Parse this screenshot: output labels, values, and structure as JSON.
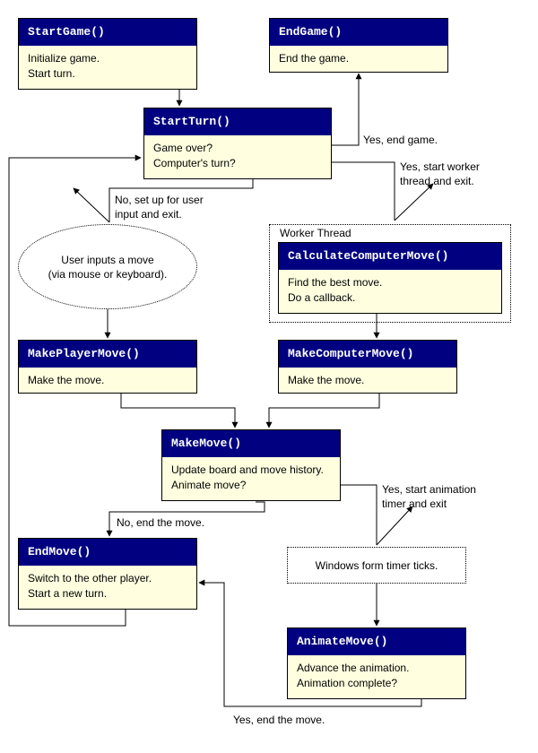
{
  "boxes": {
    "start_game": {
      "title": "StartGame()",
      "lines": [
        "Initialize game.",
        "Start turn."
      ]
    },
    "end_game": {
      "title": "EndGame()",
      "lines": [
        "End the game."
      ]
    },
    "start_turn": {
      "title": "StartTurn()",
      "lines": [
        "Game over?",
        "Computer's turn?"
      ]
    },
    "calc_computer_move": {
      "title": "CalculateComputerMove()",
      "lines": [
        "Find the best move.",
        "Do a callback."
      ]
    },
    "make_player_move": {
      "title": "MakePlayerMove()",
      "lines": [
        "Make the move."
      ]
    },
    "make_computer_move": {
      "title": "MakeComputerMove()",
      "lines": [
        "Make the move."
      ]
    },
    "make_move": {
      "title": "MakeMove()",
      "lines": [
        "Update board and move history.",
        "Animate move?"
      ]
    },
    "end_move": {
      "title": "EndMove()",
      "lines": [
        "Switch to the other player.",
        "Start a new turn."
      ]
    },
    "animate_move": {
      "title": "AnimateMove()",
      "lines": [
        "Advance the animation.",
        "Animation complete?"
      ]
    }
  },
  "worker_thread_label": "Worker Thread",
  "user_input": [
    "User inputs a move",
    "(via mouse or keyboard)."
  ],
  "timer_ticks": "Windows form timer ticks.",
  "labels": {
    "yes_end_game": "Yes, end game.",
    "yes_start_worker": [
      "Yes, start worker",
      "thread and exit."
    ],
    "no_setup_user": [
      "No, set up for user",
      "input and exit."
    ],
    "yes_start_animation": [
      "Yes, start animation",
      "timer and exit"
    ],
    "no_end_move": "No, end the move.",
    "yes_end_move": "Yes, end the move."
  },
  "colors": {
    "header": "#000080",
    "box_fill": "#ffffe0",
    "line": "#000000"
  }
}
